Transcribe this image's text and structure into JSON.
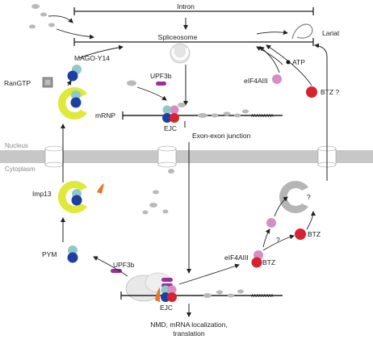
{
  "labels": {
    "intron": "Intron",
    "spliceosome": "Spliceosome",
    "lariat": "Lariat",
    "atp": "ATP",
    "eif4aiii_top": "eIF4AIII",
    "btz_top": "BTZ ?",
    "mago_y14": "MAGO-Y14",
    "rangtp": "RanGTP",
    "upf3b_top": "UPF3b",
    "mrnp": "mRNP",
    "ejc_top": "EJC",
    "exon_exon_junction": "Exon-exon junction",
    "nucleus": "Nucleus",
    "cytoplasm": "Cytoplasm",
    "imp13": "Imp13",
    "pym": "PYM",
    "upf3b_bottom": "UPF3b",
    "eif4aiii_bottom": "eIF4AIII",
    "btz_bottom_complex": "BTZ",
    "btz_bottom_right": "BTZ",
    "question_carrier": "?",
    "question_path": "?",
    "ejc_bottom": "EJC",
    "outcome": "NMD, mRNA localization,",
    "outcome_line2": "translation",
    "poly_a": "AAAAAAAAA"
  },
  "colors": {
    "mago": "#1f3fa0",
    "y14": "#8ec9c9",
    "eif4aiii": "#d68fc4",
    "btz": "#d7232f",
    "upf3b": "#9c2f9a",
    "importin": "#dfe93a",
    "pym": "#e87722",
    "membrane": "#c4c4c4",
    "grey_particle": "#b9b9b9"
  }
}
